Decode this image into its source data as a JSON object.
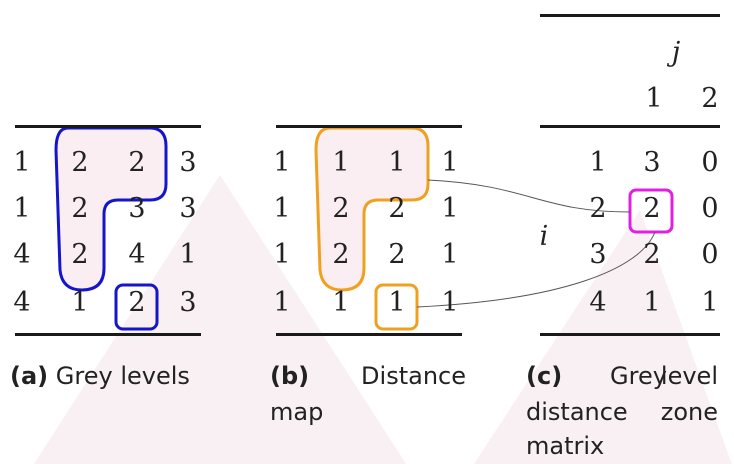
{
  "panel_a": {
    "grid": [
      [
        "1",
        "2",
        "2",
        "3"
      ],
      [
        "1",
        "2",
        "3",
        "3"
      ],
      [
        "4",
        "2",
        "4",
        "1"
      ],
      [
        "4",
        "1",
        "2",
        "3"
      ]
    ],
    "caption_tag": "(a)",
    "caption_text": "Grey levels"
  },
  "panel_b": {
    "grid": [
      [
        "1",
        "1",
        "1",
        "1"
      ],
      [
        "1",
        "2",
        "2",
        "1"
      ],
      [
        "1",
        "2",
        "2",
        "1"
      ],
      [
        "1",
        "1",
        "1",
        "1"
      ]
    ],
    "caption_tag": "(b)",
    "caption_text_1": "Distance",
    "caption_text_2": "map"
  },
  "panel_c": {
    "col_var": "j",
    "row_var": "i",
    "col_headers": [
      "1",
      "2"
    ],
    "rows": [
      [
        "1",
        "3",
        "0"
      ],
      [
        "2",
        "2",
        "0"
      ],
      [
        "3",
        "2",
        "0"
      ],
      [
        "4",
        "1",
        "1"
      ]
    ],
    "caption_tag": "(c)",
    "caption_line1_a": "Grey",
    "caption_line1_b": "level",
    "caption_line2_a": "distance",
    "caption_line2_b": "zone",
    "caption_line3": "matrix"
  },
  "colors": {
    "blue": "#1515cc",
    "orange": "#f0a020",
    "magenta": "#e020e0",
    "fill": "#fbeef2",
    "watermark": "#f8f0f2"
  }
}
